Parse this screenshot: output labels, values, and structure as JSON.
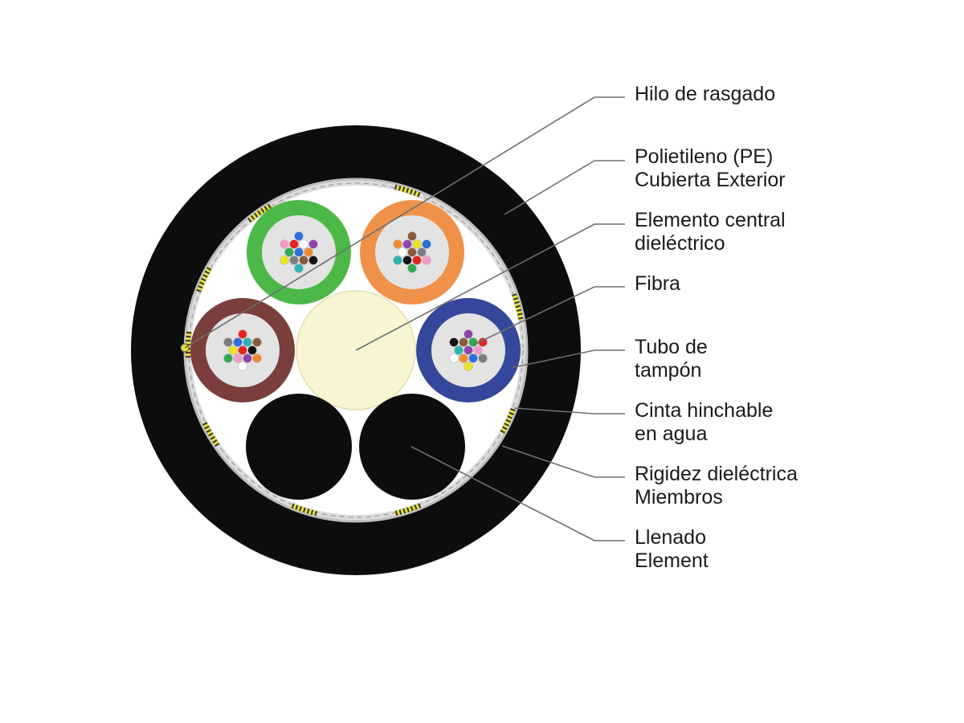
{
  "colors": {
    "jacket": "#0d0d0d",
    "core_background": "#ffffff",
    "central_member": "#f8f5d2",
    "water_tape": "#bdbdbd",
    "strength_member": "#e6e13a",
    "gel": "#e3e3e3",
    "leader_line": "#6e6e6e",
    "label_text": "#1a1a1a"
  },
  "tubes": [
    {
      "name": "green",
      "color": "#4cb848"
    },
    {
      "name": "orange",
      "color": "#f0914a"
    },
    {
      "name": "brown",
      "color": "#7a3e3c"
    },
    {
      "name": "blue",
      "color": "#35479a"
    }
  ],
  "fiber_colors": [
    "#2a6fdb",
    "#f08a2c",
    "#2fa84f",
    "#8a5a3c",
    "#7d7d85",
    "#ffffff",
    "#e52421",
    "#111111",
    "#ece622",
    "#8e44ad",
    "#f39bc5",
    "#2ab5b5"
  ],
  "callouts": [
    {
      "id": "ripcord",
      "lines": [
        "Hilo de rasgado"
      ]
    },
    {
      "id": "outer-jacket",
      "lines": [
        "Polietileno (PE)",
        "Cubierta Exterior"
      ]
    },
    {
      "id": "central-member",
      "lines": [
        "Elemento central",
        "dieléctrico"
      ]
    },
    {
      "id": "fiber",
      "lines": [
        "Fibra"
      ]
    },
    {
      "id": "buffer-tube",
      "lines": [
        "Tubo de",
        "tampón"
      ]
    },
    {
      "id": "water-tape",
      "lines": [
        "Cinta hinchable",
        "en agua"
      ]
    },
    {
      "id": "strength-members",
      "lines": [
        "Rigidez dieléctrica",
        "Miembros"
      ]
    },
    {
      "id": "filler",
      "lines": [
        "Llenado",
        "Element"
      ]
    }
  ]
}
